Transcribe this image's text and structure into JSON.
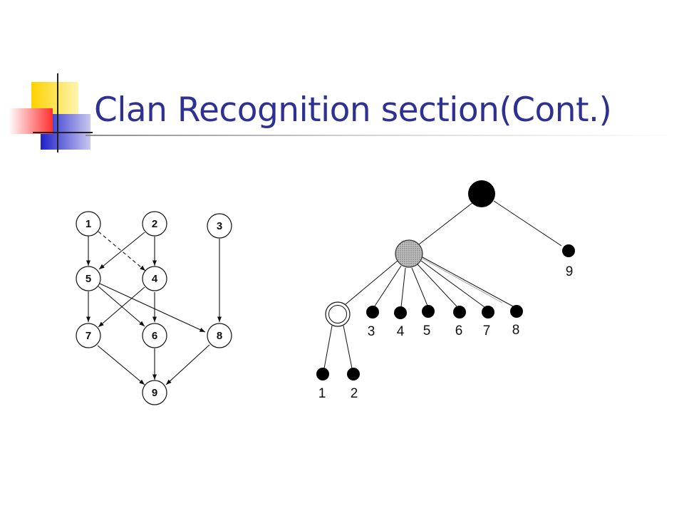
{
  "slide": {
    "title": "Clan Recognition section(Cont.)"
  },
  "graph": {
    "nodes": [
      {
        "id": "n1",
        "label": "1"
      },
      {
        "id": "n2",
        "label": "2"
      },
      {
        "id": "n3",
        "label": "3"
      },
      {
        "id": "n4",
        "label": "4"
      },
      {
        "id": "n5",
        "label": "5"
      },
      {
        "id": "n6",
        "label": "6"
      },
      {
        "id": "n7",
        "label": "7"
      },
      {
        "id": "n8",
        "label": "8"
      },
      {
        "id": "n9",
        "label": "9"
      }
    ],
    "edges": [
      {
        "from": "1",
        "to": "5",
        "style": "solid"
      },
      {
        "from": "1",
        "to": "4",
        "style": "dashed"
      },
      {
        "from": "2",
        "to": "5",
        "style": "solid"
      },
      {
        "from": "2",
        "to": "4",
        "style": "solid"
      },
      {
        "from": "3",
        "to": "8",
        "style": "solid"
      },
      {
        "from": "5",
        "to": "7",
        "style": "solid"
      },
      {
        "from": "5",
        "to": "6",
        "style": "solid"
      },
      {
        "from": "5",
        "to": "8",
        "style": "solid"
      },
      {
        "from": "4",
        "to": "7",
        "style": "solid"
      },
      {
        "from": "4",
        "to": "6",
        "style": "solid"
      },
      {
        "from": "7",
        "to": "9",
        "style": "solid"
      },
      {
        "from": "6",
        "to": "9",
        "style": "solid"
      },
      {
        "from": "8",
        "to": "9",
        "style": "solid"
      }
    ]
  },
  "tree": {
    "leaves": [
      {
        "label": "3"
      },
      {
        "label": "4"
      },
      {
        "label": "5"
      },
      {
        "label": "6"
      },
      {
        "label": "7"
      },
      {
        "label": "8"
      },
      {
        "label": "9"
      },
      {
        "label": "1"
      },
      {
        "label": "2"
      }
    ]
  }
}
